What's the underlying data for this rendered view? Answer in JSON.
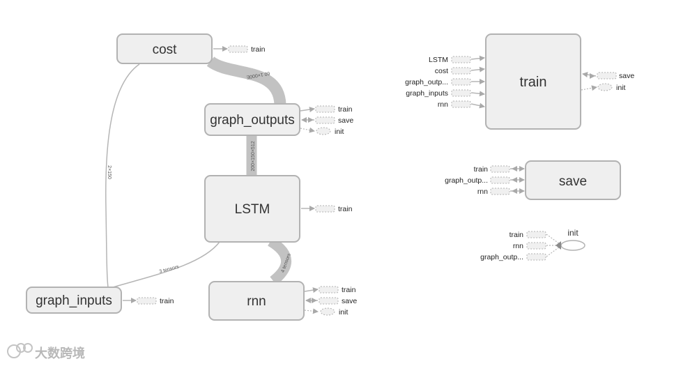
{
  "nodes": {
    "cost": "cost",
    "graph_outputs": "graph_outputs",
    "lstm": "LSTM",
    "rnn": "rnn",
    "graph_inputs": "graph_inputs",
    "train": "train",
    "save": "save",
    "init": "init"
  },
  "edge_labels": {
    "cost_to_outputs": "60 1×000E",
    "outputs_to_lstm": "200×150×512",
    "lstm_to_rnn": "4 tensors",
    "lstm_to_inputs": "3 tensors",
    "cost_to_inputs": "2×150"
  },
  "stubs": {
    "cost": [
      "train"
    ],
    "graph_outputs": [
      "train",
      "save",
      "init"
    ],
    "lstm": [
      "train"
    ],
    "rnn": [
      "train",
      "save",
      "init"
    ],
    "graph_inputs": [
      "train"
    ]
  },
  "train_node_inputs": [
    "LSTM",
    "cost",
    "graph_outp...",
    "graph_inputs",
    "rnn"
  ],
  "train_node_outputs": [
    "save",
    "init"
  ],
  "save_node_inputs": [
    "train",
    "graph_outp...",
    "rnn"
  ],
  "init_node_inputs": [
    "train",
    "rnn",
    "graph_outp..."
  ],
  "watermark": "大数跨境",
  "colors": {
    "node_fill": "#efefef",
    "node_stroke": "#b2b2b2",
    "edge": "#b5b5b5",
    "text": "#333333"
  }
}
